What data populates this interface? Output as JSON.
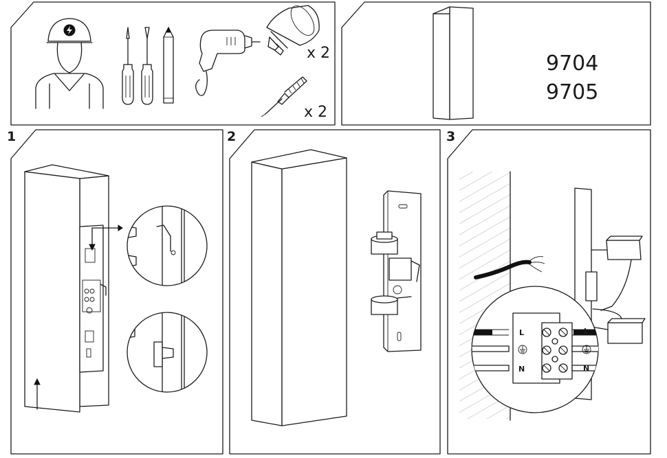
{
  "tools_panel": {
    "bulb_quantity": "x 2",
    "screw_quantity": "x 2",
    "icons": [
      "electrician-icon",
      "screwdrivers-icon",
      "pencil-icon",
      "drill-icon",
      "gu10-bulb-icon",
      "wall-plug-screw-icon"
    ]
  },
  "product_panel": {
    "codes": [
      "9704",
      "9705"
    ]
  },
  "steps": [
    {
      "number": "1"
    },
    {
      "number": "2"
    },
    {
      "number": "3"
    }
  ],
  "wiring": {
    "terminal_labels_left": [
      "L",
      "N"
    ],
    "terminal_labels_right": [
      "L",
      "N"
    ],
    "ground_symbol": "earth-ground-icon"
  },
  "colors": {
    "line": "#1a1a1a",
    "background": "#ffffff"
  }
}
